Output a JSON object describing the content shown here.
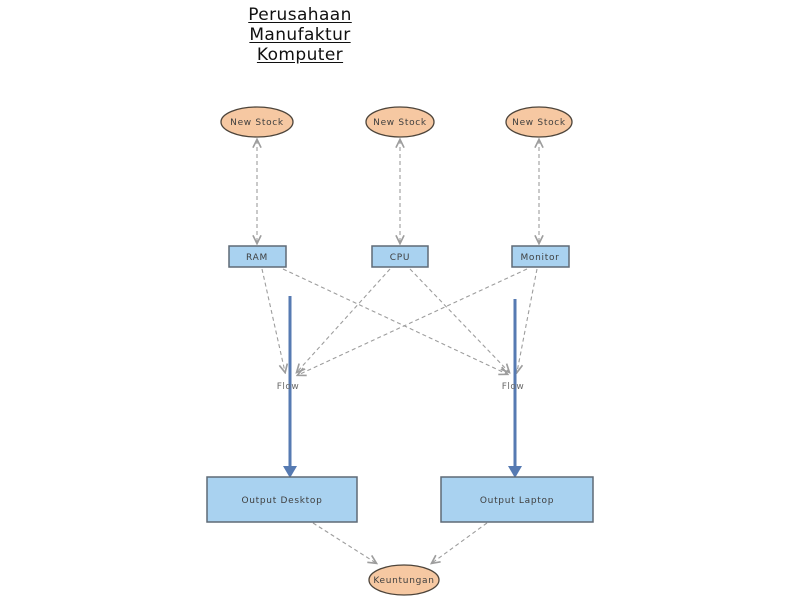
{
  "title": {
    "lines": [
      "Perusahaan",
      "Manufaktur",
      "Komputer"
    ]
  },
  "diagram": {
    "new_stocks": [
      {
        "label": "New Stock"
      },
      {
        "label": "New Stock"
      },
      {
        "label": "New Stock"
      }
    ],
    "components": [
      {
        "label": "RAM"
      },
      {
        "label": "CPU"
      },
      {
        "label": "Monitor"
      }
    ],
    "flows": [
      {
        "label": "Flow"
      },
      {
        "label": "Flow"
      }
    ],
    "outputs": [
      {
        "label": "Output Desktop"
      },
      {
        "label": "Output Laptop"
      }
    ],
    "profit": {
      "label": "Keuntungan"
    }
  },
  "colors": {
    "stock_fill": "#F6C8A2",
    "stock_stroke": "#4d443a",
    "box_fill": "#A9D2F0",
    "box_stroke": "#5f6a76",
    "flow_blue": "#567AB2",
    "connector_gray": "#9d9d9d",
    "text_dark": "#3f3f3f",
    "background": "#FFFFFF"
  }
}
